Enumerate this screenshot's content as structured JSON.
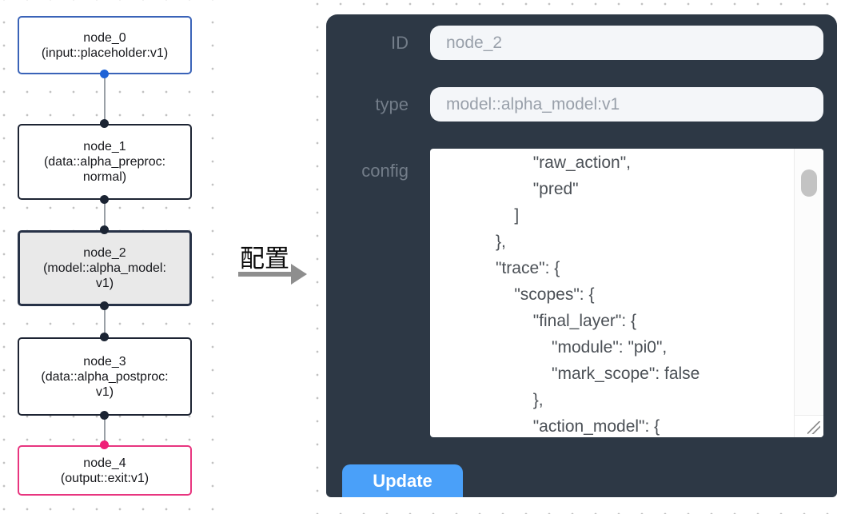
{
  "flow": {
    "nodes": [
      {
        "title": "node_0",
        "subtitle": "(input::placeholder:v1)",
        "kind": "input",
        "border_color": "#3a63b8",
        "port_color": "#1f63d6",
        "selected": false
      },
      {
        "title": "node_1",
        "subtitle": "(data::alpha_preproc:normal)",
        "kind": "data",
        "border_color": "#1d2433",
        "port_color": "#1b2433",
        "selected": false
      },
      {
        "title": "node_2",
        "subtitle": "(model::alpha_model:v1)",
        "kind": "model",
        "border_color": "#273247",
        "port_color": "#1b2433",
        "selected": true,
        "background": "#e9e9e9"
      },
      {
        "title": "node_3",
        "subtitle": "(data::alpha_postproc:v1)",
        "kind": "data",
        "border_color": "#1d2433",
        "port_color": "#1b2433",
        "selected": false
      },
      {
        "title": "node_4",
        "subtitle": "(output::exit:v1)",
        "kind": "output",
        "border_color": "#e8357f",
        "port_color": "#ef1f78",
        "selected": false
      }
    ],
    "edges": [
      [
        "node_0",
        "node_1"
      ],
      [
        "node_1",
        "node_2"
      ],
      [
        "node_2",
        "node_3"
      ],
      [
        "node_3",
        "node_4"
      ]
    ]
  },
  "annotation": {
    "label": "配置"
  },
  "panel": {
    "background_color": "#2d3845",
    "accent_color": "#4aa0f9",
    "fields": [
      {
        "label": "ID",
        "value": "node_2"
      },
      {
        "label": "type",
        "value": "model::alpha_model:v1"
      },
      {
        "label": "config",
        "value": "                    \"raw_action\",\n                    \"pred\"\n                ]\n            },\n            \"trace\": {\n                \"scopes\": {\n                    \"final_layer\": {\n                        \"module\": \"pi0\",\n                        \"mark_scope\": false\n                    },\n                    \"action_model\": {"
      }
    ],
    "update_label": "Update"
  }
}
